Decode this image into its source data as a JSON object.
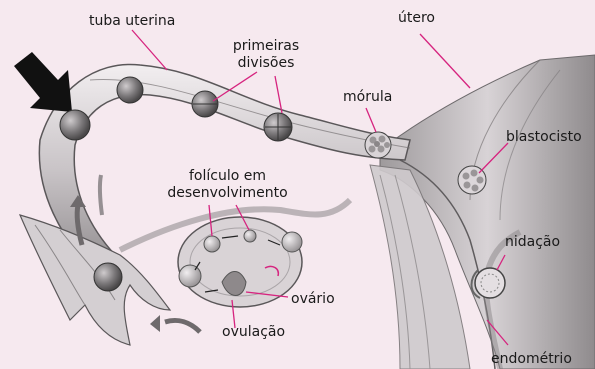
{
  "labels": {
    "tuba_uterina": "tuba uterina",
    "primeiras_divisoes_line1": "primeiras",
    "primeiras_divisoes_line2": "divisões",
    "utero": "útero",
    "morula": "mórula",
    "blastocisto": "blastocisto",
    "foliculo_line1": "folículo em",
    "foliculo_line2": "desenvolvimento",
    "nidacao": "nidação",
    "ovario": "ovário",
    "ovulacao": "ovulação",
    "endometrio": "endométrio"
  },
  "colors": {
    "background": "#f6e9ef",
    "leader_line": "#d6247f",
    "tissue_light": "#e3dde0",
    "tissue_dark": "#6d6a6c",
    "cell": "#7b787a",
    "arrow": "#111111"
  }
}
